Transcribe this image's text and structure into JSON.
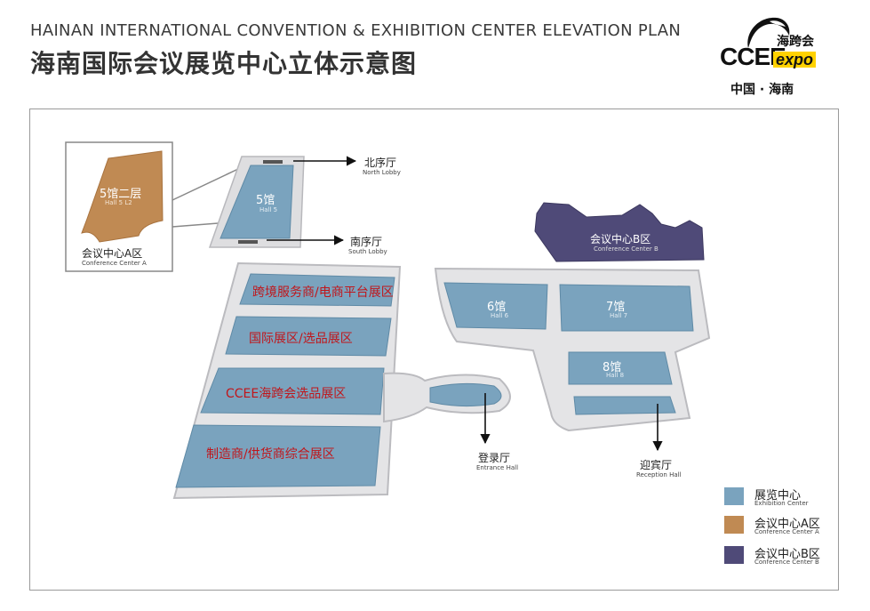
{
  "header": {
    "title_en": "HAINAN INTERNATIONAL CONVENTION & EXHIBITION CENTER ELEVATION PLAN",
    "title_zh": "海南国际会议展览中心立体示意图"
  },
  "logo": {
    "brand": "CCEE",
    "brand_zh": "海跨会",
    "expo": "expo",
    "location": "中国 · 海南"
  },
  "colors": {
    "exhibition": "#7aa3be",
    "conference_a": "#c08a53",
    "conference_b": "#4f4a78",
    "floor": "#e4e4e6",
    "red_label": "#c0161b"
  },
  "map": {
    "inset": {
      "zh": "5馆二层",
      "en": "Hall 5  L2"
    },
    "conf_a": {
      "zh": "会议中心A区",
      "en": "Conference Center A"
    },
    "conf_b": {
      "zh": "会议中心B区",
      "en": "Conference Center B"
    },
    "hall5": {
      "zh": "5馆",
      "en": "Hall 5"
    },
    "hall6": {
      "zh": "6馆",
      "en": "Hall 6"
    },
    "hall7": {
      "zh": "7馆",
      "en": "Hall 7"
    },
    "hall8": {
      "zh": "8馆",
      "en": "Hall 8"
    },
    "north_lobby": {
      "zh": "北序厅",
      "en": "North Lobby"
    },
    "south_lobby": {
      "zh": "南序厅",
      "en": "South Lobby"
    },
    "entrance_hall": {
      "zh": "登录厅",
      "en": "Entrance Hall"
    },
    "reception_hall": {
      "zh": "迎宾厅",
      "en": "Reception Hall"
    },
    "zones": [
      "跨境服务商/电商平台展区",
      "国际展区/选品展区",
      "CCEE海跨会选品展区",
      "制造商/供货商综合展区"
    ]
  },
  "legend": [
    {
      "zh": "展览中心",
      "en": "Exhibition Center",
      "color": "#7aa3be"
    },
    {
      "zh": "会议中心A区",
      "en": "Conference Center A",
      "color": "#c08a53"
    },
    {
      "zh": "会议中心B区",
      "en": "Conference Center B",
      "color": "#4f4a78"
    }
  ]
}
